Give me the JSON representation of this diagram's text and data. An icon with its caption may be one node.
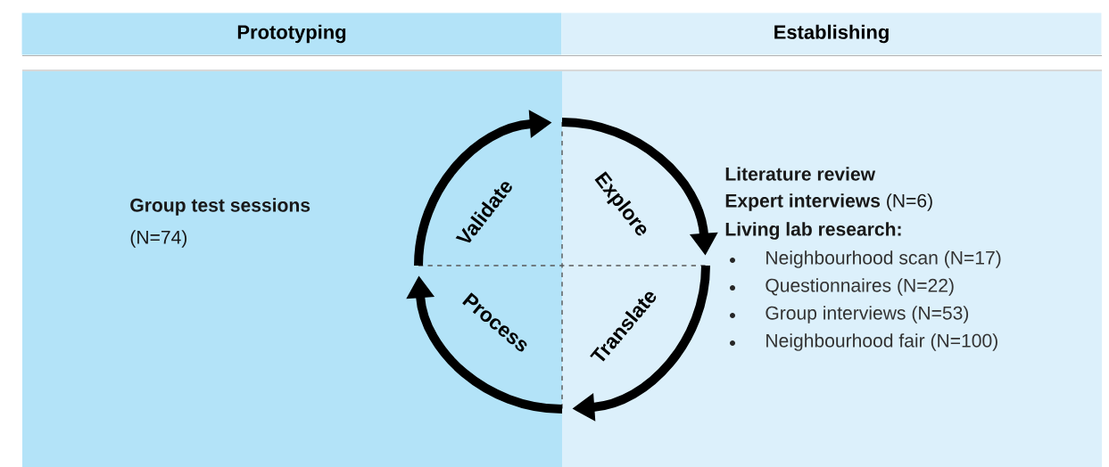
{
  "diagram": {
    "nodes": [
      {
        "text": [
          "Prototyping"
        ]
      },
      {
        "text": [
          "Establishing"
        ]
      }
    ],
    "labels": [
      "**Group test sessions**",
      "(N=74)",
      "Validate",
      "Explore",
      "Process",
      "Translate",
      "**Literature review**",
      "**Expert interviews** (N=6)",
      "**Living lab research:**",
      "Neighbourhood scan (N=17)",
      "Questionnaires (N=22)",
      "Group interviews (N=53)",
      "Neighbourhood fair (N=100)"
    ]
  }
}
